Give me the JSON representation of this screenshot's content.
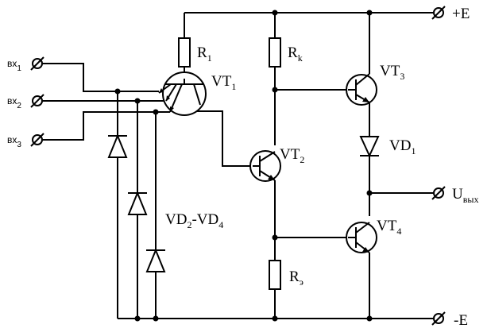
{
  "inputs": [
    {
      "main": "вх",
      "sub": "1"
    },
    {
      "main": "вх",
      "sub": "2"
    },
    {
      "main": "вх",
      "sub": "3"
    }
  ],
  "supply_pos": "+E",
  "supply_neg": "-E",
  "output": {
    "main": "U",
    "sub": "вых"
  },
  "components": {
    "r1": {
      "main": "R",
      "sub": "1"
    },
    "rk": {
      "main": "R",
      "sub": "k"
    },
    "re": {
      "main": "R",
      "sub": "э"
    },
    "vt1": {
      "main": "VT",
      "sub": "1"
    },
    "vt2": {
      "main": "VT",
      "sub": "2"
    },
    "vt3": {
      "main": "VT",
      "sub": "3"
    },
    "vt4": {
      "main": "VT",
      "sub": "4"
    },
    "vd1": {
      "main": "VD",
      "sub": "1"
    },
    "vd_group": {
      "a": "VD",
      "a_sub": "2",
      "sep": "-VD",
      "b_sub": "4"
    }
  }
}
